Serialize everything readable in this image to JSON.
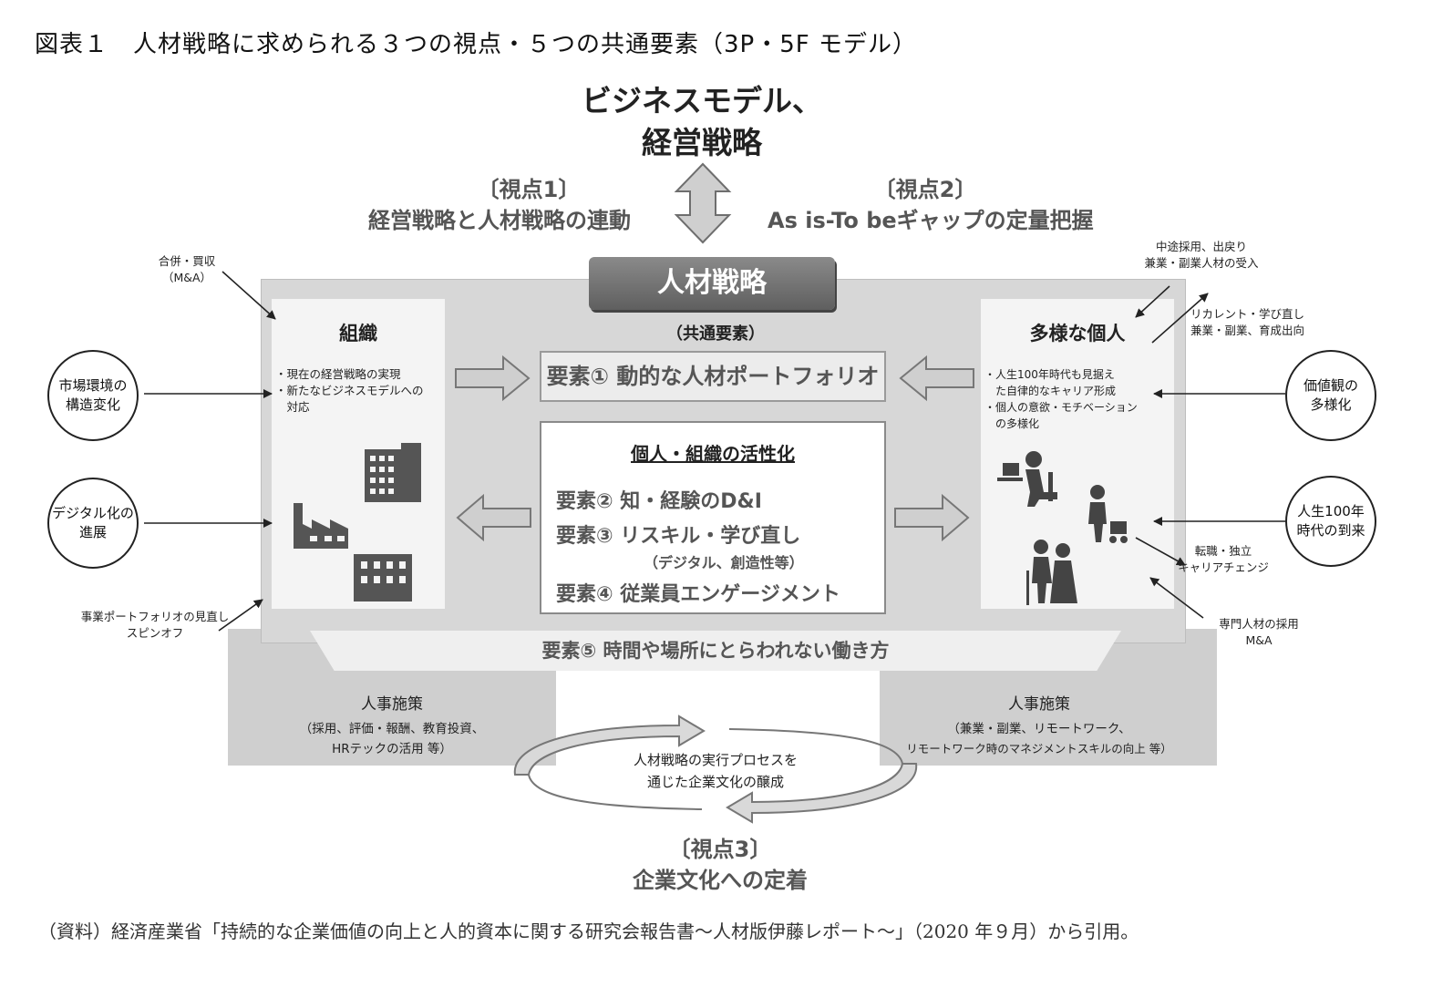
{
  "title": "図表１　人材戦略に求められる３つの視点・５つの共通要素（3P・5F モデル）",
  "top_heading": [
    "ビジネスモデル、",
    "経営戦略"
  ],
  "viewpoint1": {
    "label": "〔視点1〕",
    "text": "経営戦略と人材戦略の連動"
  },
  "viewpoint2": {
    "label": "〔視点2〕",
    "text": "As is-To beギャップの定量把握"
  },
  "viewpoint3": {
    "label": "〔視点3〕",
    "text": "企業文化への定着"
  },
  "hr_strategy": "人材戦略",
  "common_elements": "（共通要素）",
  "organization": {
    "title": "組織",
    "bullets": [
      "・現在の経営戦略の実現",
      "・新たなビジネスモデルへの",
      "　対応"
    ]
  },
  "individual": {
    "title": "多様な個人",
    "bullets": [
      "・人生100年時代も見据え",
      "　た自律的なキャリア形成",
      "・個人の意欲・モチベーション",
      "　の多様化"
    ]
  },
  "element1": "要素①  動的な人材ポートフォリオ",
  "activation": {
    "title": "個人・組織の活性化",
    "element2": "要素②  知・経験のD&I",
    "element3": "要素③  リスキル・学び直し",
    "element3_sub": "（デジタル、創造性等）",
    "element4": "要素④  従業員エンゲージメント"
  },
  "element5": "要素⑤  時間や場所にとらわれない働き方",
  "hr_measures_left": {
    "title": "人事施策",
    "lines": [
      "（採用、評価・報酬、教育投資、",
      "HRテックの活用 等）"
    ]
  },
  "hr_measures_right": {
    "title": "人事施策",
    "lines": [
      "（兼業・副業、リモートワーク、",
      "リモートワーク時のマネジメントスキルの向上 等）"
    ]
  },
  "culture_cycle": [
    "人材戦略の実行プロセスを",
    "通じた企業文化の醸成"
  ],
  "left_circles": [
    [
      "市場環境の",
      "構造変化"
    ],
    [
      "デジタル化の",
      "進展"
    ]
  ],
  "right_circles": [
    [
      "価値観の",
      "多様化"
    ],
    [
      "人生100年",
      "時代の到来"
    ]
  ],
  "annotations": {
    "ma": [
      "合併・買収",
      "（M&A）"
    ],
    "portfolio": [
      "事業ポートフォリオの見直し",
      "スピンオフ"
    ],
    "midcareer": [
      "中途採用、出戻り",
      "兼業・副業人材の受入"
    ],
    "recurrent": [
      "リカレント・学び直し",
      "兼業・副業、育成出向"
    ],
    "transfer": [
      "転職・独立",
      "キャリアチェンジ"
    ],
    "specialist": [
      "専門人材の採用",
      "M&A"
    ]
  },
  "source": "（資料）経済産業省「持続的な企業価値の向上と人的資本に関する研究会報告書～人材版伊藤レポート～」（2020 年９月）から引用。",
  "colors": {
    "frame": "#d7d7d7",
    "banner": "#6e6e6e",
    "arrow_fill": "#c9c9c9",
    "arrow_stroke": "#7a7a7a",
    "text_gray": "#555555"
  }
}
